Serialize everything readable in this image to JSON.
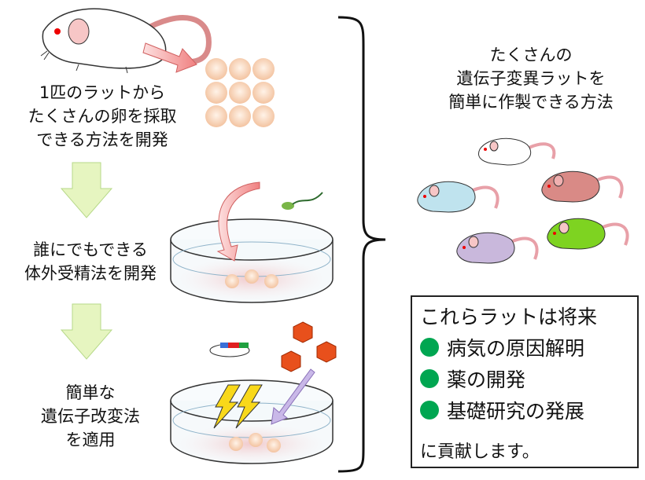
{
  "step1": {
    "lines": [
      "1匹のラットから",
      "たくさんの卵を採取",
      "できる方法を開発"
    ]
  },
  "step2": {
    "lines": [
      "誰にでもできる",
      "体外受精法を開発"
    ]
  },
  "step3": {
    "lines": [
      "簡単な",
      "遺伝子改変法",
      "を適用"
    ]
  },
  "summary": {
    "lines": [
      "たくさんの",
      "遺伝子変異ラットを",
      "簡単に作製できる方法"
    ]
  },
  "future_box": {
    "intro": "これらラットは将来",
    "items": [
      "病気の原因解明",
      "薬の開発",
      "基礎研究の発展"
    ],
    "outro": "に貢献します。",
    "bullet_color": "#00a651"
  },
  "colors": {
    "arrow_green": "#e6f5c0",
    "rat_colors": [
      "#ffffff",
      "#bfe3ee",
      "#d98a86",
      "#c9b8dc",
      "#7ed321"
    ]
  }
}
